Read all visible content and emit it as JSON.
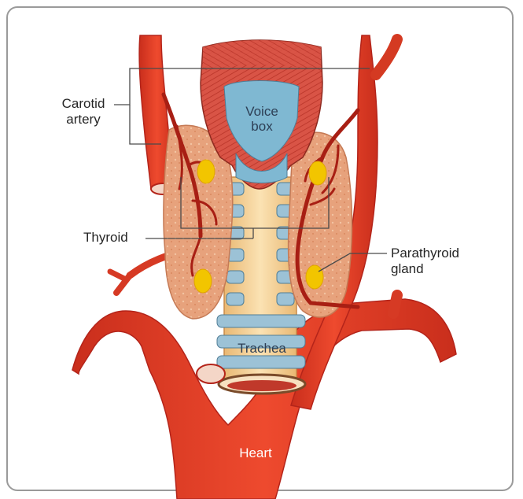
{
  "labels": {
    "carotid": [
      "Carotid",
      "artery"
    ],
    "voice_box": [
      "Voice",
      "box"
    ],
    "thyroid": "Thyroid",
    "parathyroid": [
      "Parathyroid",
      "gland"
    ],
    "trachea": "Trachea",
    "heart": "Heart"
  },
  "colors": {
    "artery": "#e23b22",
    "artery_dark": "#b4241a",
    "thyroid": "#e8a37e",
    "gland": "#f2c500",
    "cartilage": "#9cc2d6",
    "trachea_core": "#f4cf93",
    "muscle": "#d9574a",
    "leader_line": "#4a4a4a"
  }
}
